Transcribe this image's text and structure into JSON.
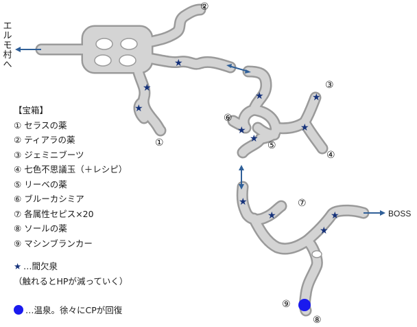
{
  "destinations": {
    "west": "エルモ村へ",
    "east": "BOSS"
  },
  "treasure": {
    "heading": "【宝箱】",
    "items": [
      {
        "num": "①",
        "name": "セラスの薬"
      },
      {
        "num": "②",
        "name": "ティアラの薬"
      },
      {
        "num": "③",
        "name": "ジェミニブーツ"
      },
      {
        "num": "④",
        "name": "七色不思議玉（＋レシピ）"
      },
      {
        "num": "⑤",
        "name": "リーベの薬"
      },
      {
        "num": "⑥",
        "name": "ブルーカシミア"
      },
      {
        "num": "⑦",
        "name": "各属性セピス×20"
      },
      {
        "num": "⑧",
        "name": "ソールの薬"
      },
      {
        "num": "⑨",
        "name": "マシンブランカー"
      }
    ]
  },
  "legend": {
    "geyser_symbol": "★",
    "geyser_label": "…間欠泉",
    "geyser_note": "（触れるとHPが減っていく）",
    "spring_label": "…温泉。徐々にCPが回復"
  },
  "colors": {
    "path_fill": "#d4d4d4",
    "path_outline": "#9a9a9a",
    "star": "#14317a",
    "arrow": "#2f5f98",
    "spring": "#1a1aee"
  },
  "icons": {
    "geyser": "star-icon",
    "spring": "blue-circle-icon",
    "exit": "arrow-icon"
  }
}
